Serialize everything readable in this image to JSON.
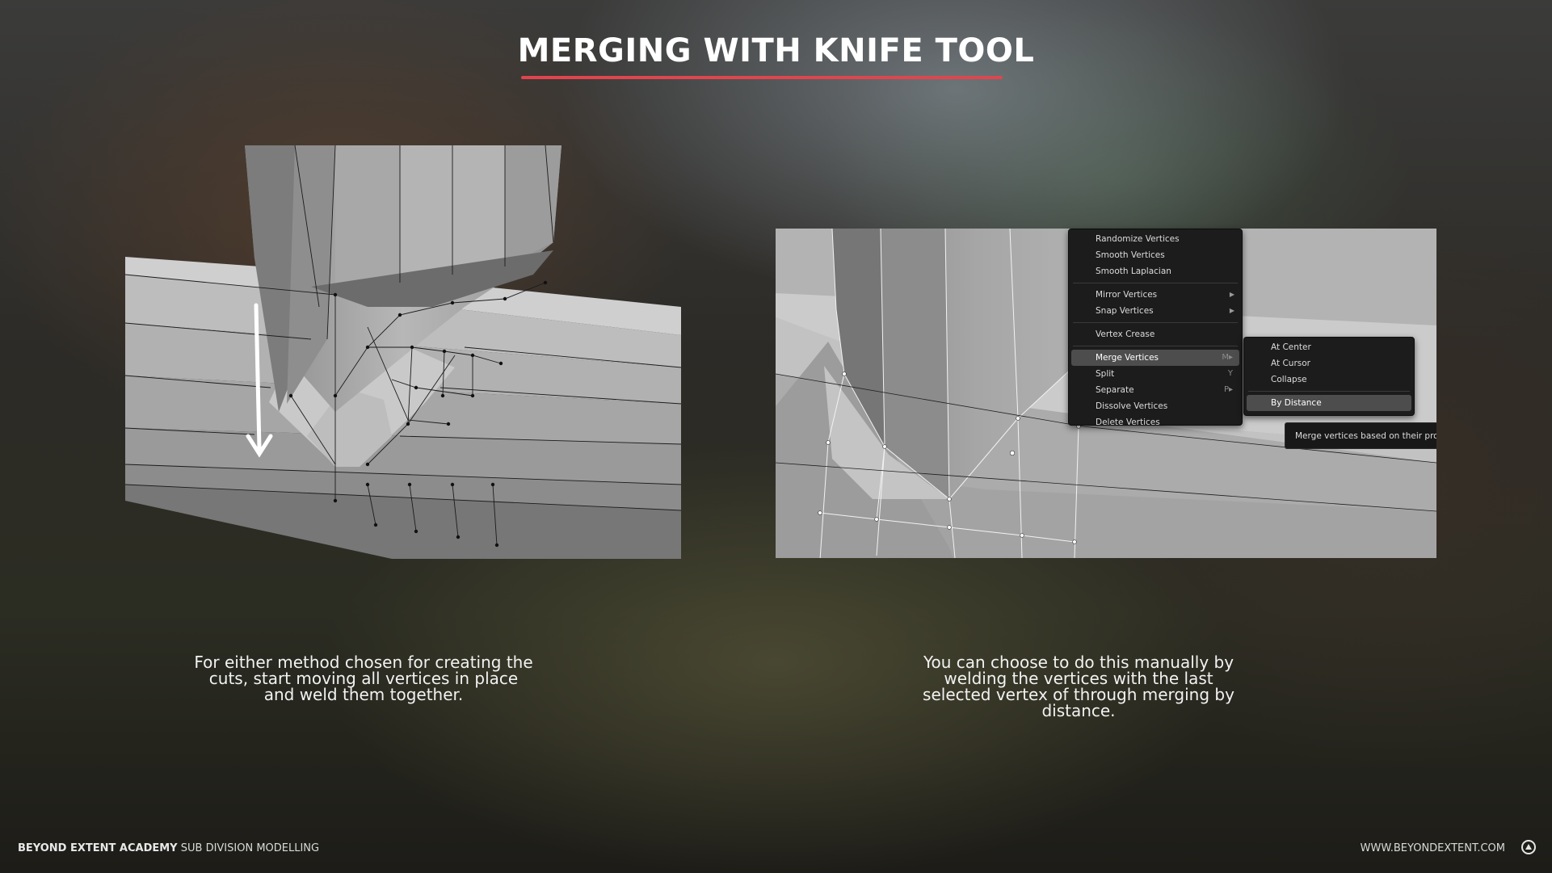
{
  "slide": {
    "title": "MERGING WITH KNIFE TOOL",
    "accent_color": "#e0454e"
  },
  "captions": {
    "left": "For either method chosen for creating the cuts, start moving all vertices in place and weld them together.",
    "right": "You can choose to do this manually by welding the vertices with the last selected vertex of through merging by distance."
  },
  "context_menu": {
    "items": [
      {
        "label": "Randomize Vertices"
      },
      {
        "label": "Smooth Vertices"
      },
      {
        "label": "Smooth Laplacian"
      },
      {
        "label": "Mirror Vertices",
        "submenu_icon": "triangle-right-icon"
      },
      {
        "label": "Snap Vertices",
        "submenu_icon": "triangle-right-icon"
      },
      {
        "label": "Vertex Crease"
      },
      {
        "label": "Merge Vertices",
        "shortcut": "M▸",
        "highlighted": true
      },
      {
        "label": "Split",
        "shortcut": "Y"
      },
      {
        "label": "Separate",
        "shortcut": "P▸"
      },
      {
        "label": "Dissolve Vertices"
      },
      {
        "label": "Delete Vertices"
      }
    ]
  },
  "merge_submenu": {
    "items": [
      {
        "label": "At Center"
      },
      {
        "label": "At Cursor"
      },
      {
        "label": "Collapse"
      },
      {
        "label": "By Distance",
        "highlighted": true
      }
    ]
  },
  "tooltip": {
    "text": "Merge vertices based on their pro"
  },
  "footer": {
    "brand": "BEYOND EXTENT ACADEMY",
    "course": "SUB DIVISION MODELLING",
    "website": "WWW.BEYONDEXTENT.COM"
  }
}
